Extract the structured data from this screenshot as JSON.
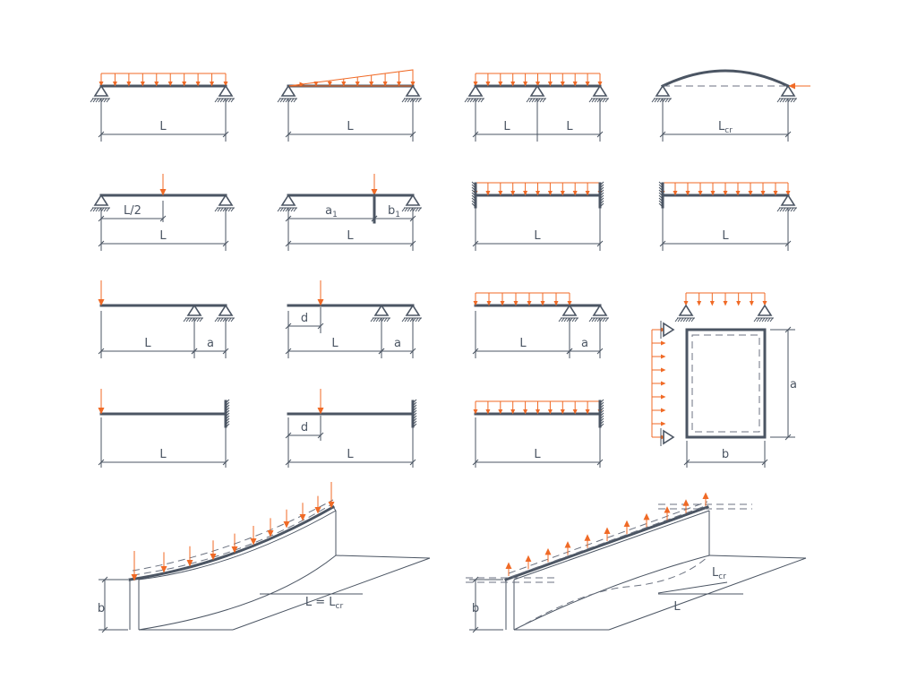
{
  "labels": {
    "L": "L",
    "Lcr_main": "L",
    "Lcr_sub": "cr",
    "L_half": "L/2",
    "a1_main": "a",
    "a1_sub": "1",
    "b1_main": "b",
    "b1_sub": "1",
    "a": "a",
    "b": "b",
    "d": "d",
    "L_eq_Lcr": "L = L"
  },
  "colors": {
    "structure": "#4b5563",
    "load": "#f06a26",
    "background": "#ffffff"
  }
}
